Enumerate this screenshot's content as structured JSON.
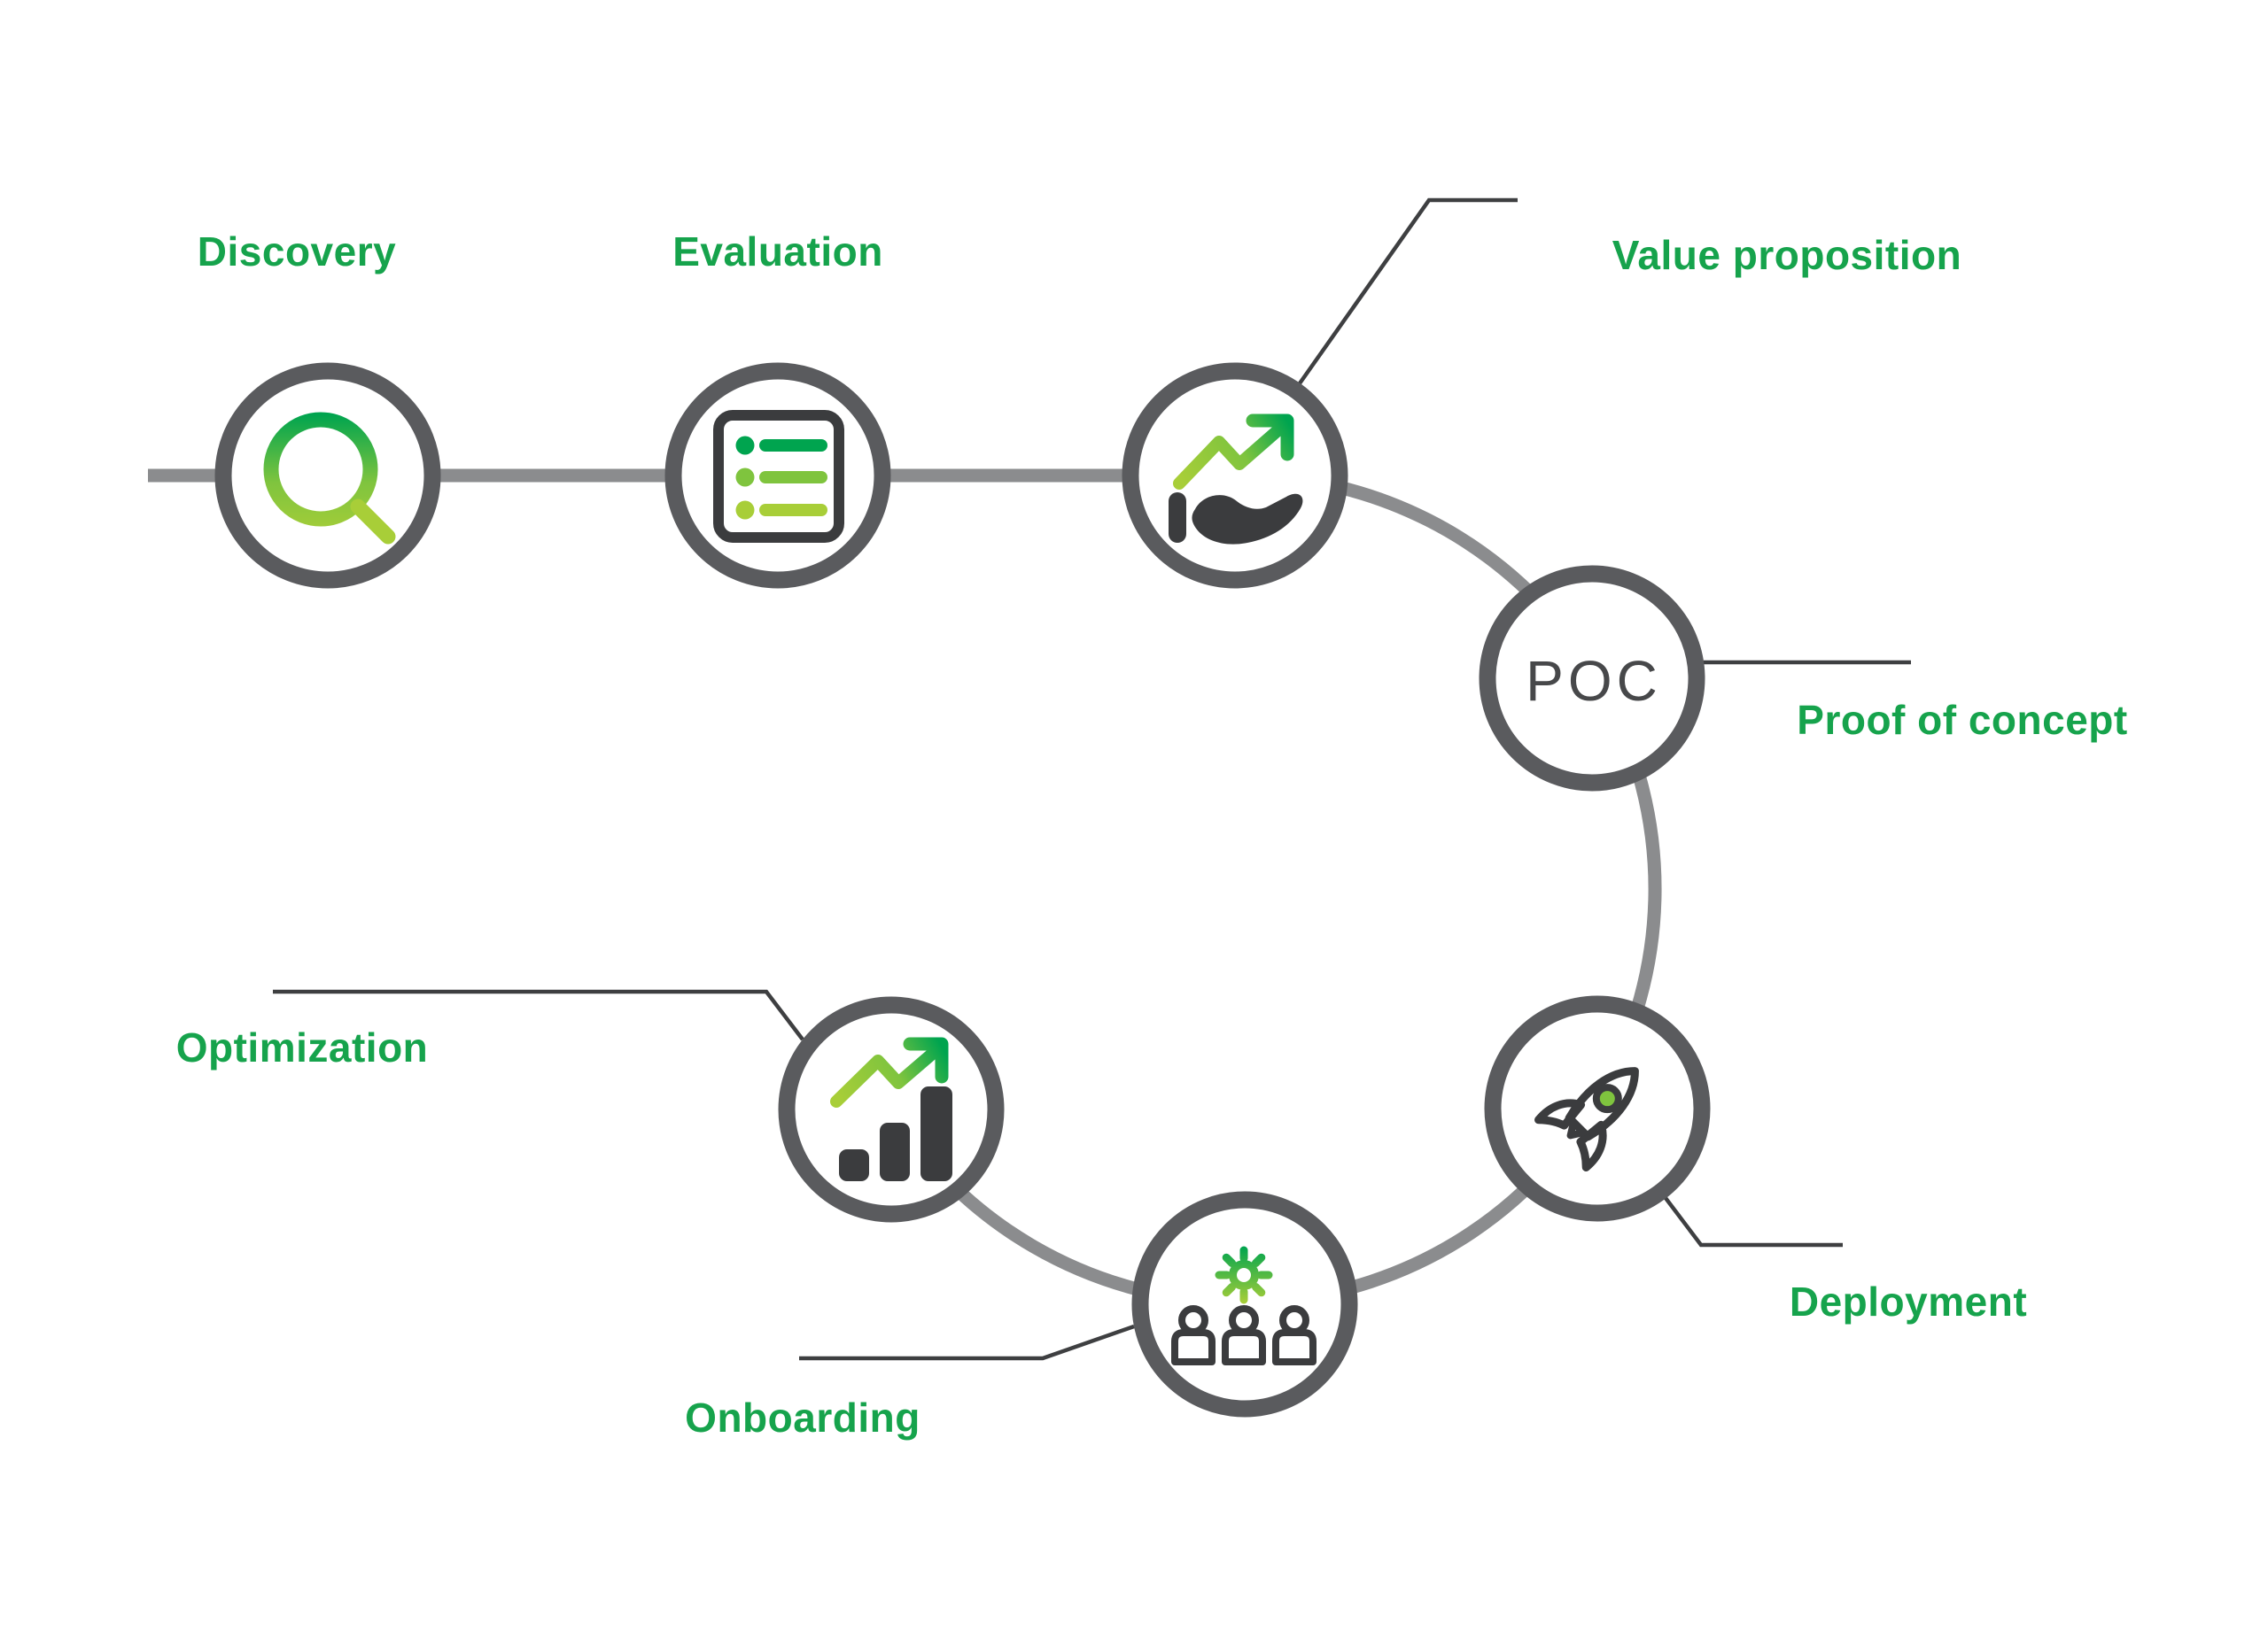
{
  "diagram": {
    "nodes": [
      {
        "id": "discovery",
        "label": "Discovery",
        "icon": "magnifier-icon"
      },
      {
        "id": "evaluation",
        "label": "Evaluation",
        "icon": "checklist-icon"
      },
      {
        "id": "value-proposition",
        "label": "Value proposition",
        "icon": "growth-hand-icon"
      },
      {
        "id": "proof-of-concept",
        "label": "Proof of concept",
        "badge": "POC"
      },
      {
        "id": "deployment",
        "label": "Deployment",
        "icon": "rocket-icon"
      },
      {
        "id": "onboarding",
        "label": "Onboarding",
        "icon": "team-gear-icon"
      },
      {
        "id": "optimization",
        "label": "Optimization",
        "icon": "bar-chart-growth-icon"
      }
    ],
    "colors": {
      "label_green": "#16A34C",
      "gradient_dark_green": "#00A44F",
      "gradient_mid_green": "#7FC43E",
      "gradient_light_green": "#A8CE38",
      "icon_dark": "#3B3C3E",
      "circle_gray": "#5A5B5E",
      "connector_gray": "#8B8C8E",
      "callout_dark": "#3E3F41"
    }
  }
}
